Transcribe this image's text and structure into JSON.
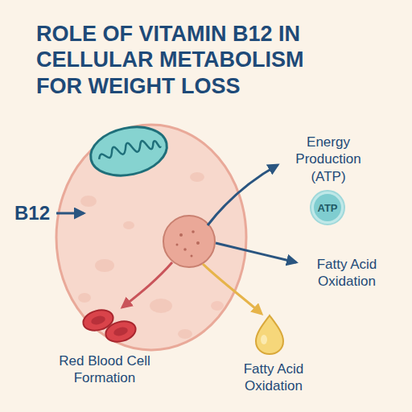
{
  "diagram": {
    "title": "ROLE OF VITAMIN B12 IN CELLULAR METABOLISM FOR WEIGHT LOSS",
    "nodes": [
      {
        "text": [
          "ATP"
        ]
      }
    ],
    "labels": [
      "B12",
      "Energy Production (ATP)",
      "Fatty Acid Oxidation",
      "Red Blood Cell Formation",
      "Fatty Acid Oxidation"
    ]
  }
}
